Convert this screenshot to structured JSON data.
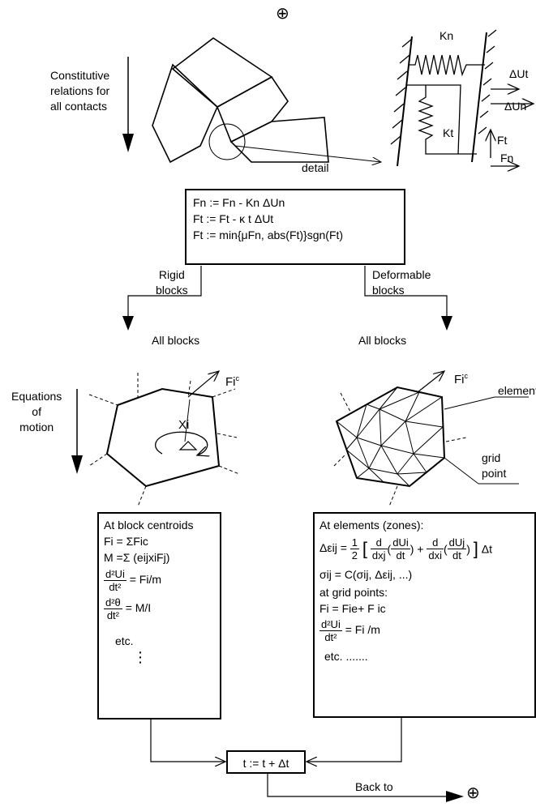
{
  "top_symbol": "⊕",
  "constitutive_label": [
    "Constitutive",
    "relations for",
    "all contacts"
  ],
  "detail_label": "detail",
  "spring_labels": {
    "kn": "Kn",
    "kt": "Kt",
    "dut": "ΔUt",
    "dun": "ΔUn",
    "ft": "Ft",
    "fn": "Fn"
  },
  "contact_box": [
    "Fn := Fn - Kn  ΔUn",
    "Ft := Ft - κ t  ΔUt",
    "Ft := min{μFn, abs(Ft)}sgn(Ft)"
  ],
  "rigid_label": [
    "Rigid",
    "blocks"
  ],
  "deformable_label": [
    "Deformable",
    "blocks"
  ],
  "all_blocks_left": "All blocks",
  "all_blocks_right": "All blocks",
  "equations_label": [
    "Equations",
    "of",
    "motion"
  ],
  "rigid_block_labels": {
    "force": "Fi",
    "force_sup": "c",
    "position": "Xi"
  },
  "deformable_labels": {
    "force": "Fi",
    "force_sup": "c",
    "element": "element",
    "grid_point": [
      "grid",
      "point"
    ]
  },
  "rigid_box": {
    "title": "At block centroids",
    "line1": "Fi = ΣFic",
    "line2": "M =Σ (eijxiFj)",
    "line3_num": "d²Ui",
    "line3_den": "dt²",
    "line3_rhs": "= Fi/m",
    "line4_num": "d²θ",
    "line4_den": "dt²",
    "line4_rhs": "=  M/I",
    "etc": "etc.",
    "dots": "⋮"
  },
  "deformable_box": {
    "title": "At elements (zones):",
    "strain_lhs": "Δεij =",
    "half_num": "1",
    "half_den": "2",
    "d_num": "d",
    "dxj": "dxj",
    "dxi": "dxi",
    "dui_num": "dUi",
    "duj_num": "dUj",
    "dt": "dt",
    "plus": "+",
    "tail": "Δt",
    "stress": "σij = C(σij, Δεij, ...)",
    "grid_title": "at grid points:",
    "grid_force": "Fi = Fie+ F ic",
    "accel_num": "d²Ui",
    "accel_den": "dt²",
    "accel_rhs": "= Fi /m",
    "etc": "etc. ......."
  },
  "time_box": "t := t + Δt",
  "back_to": "Back to",
  "end_symbol": "⊕"
}
